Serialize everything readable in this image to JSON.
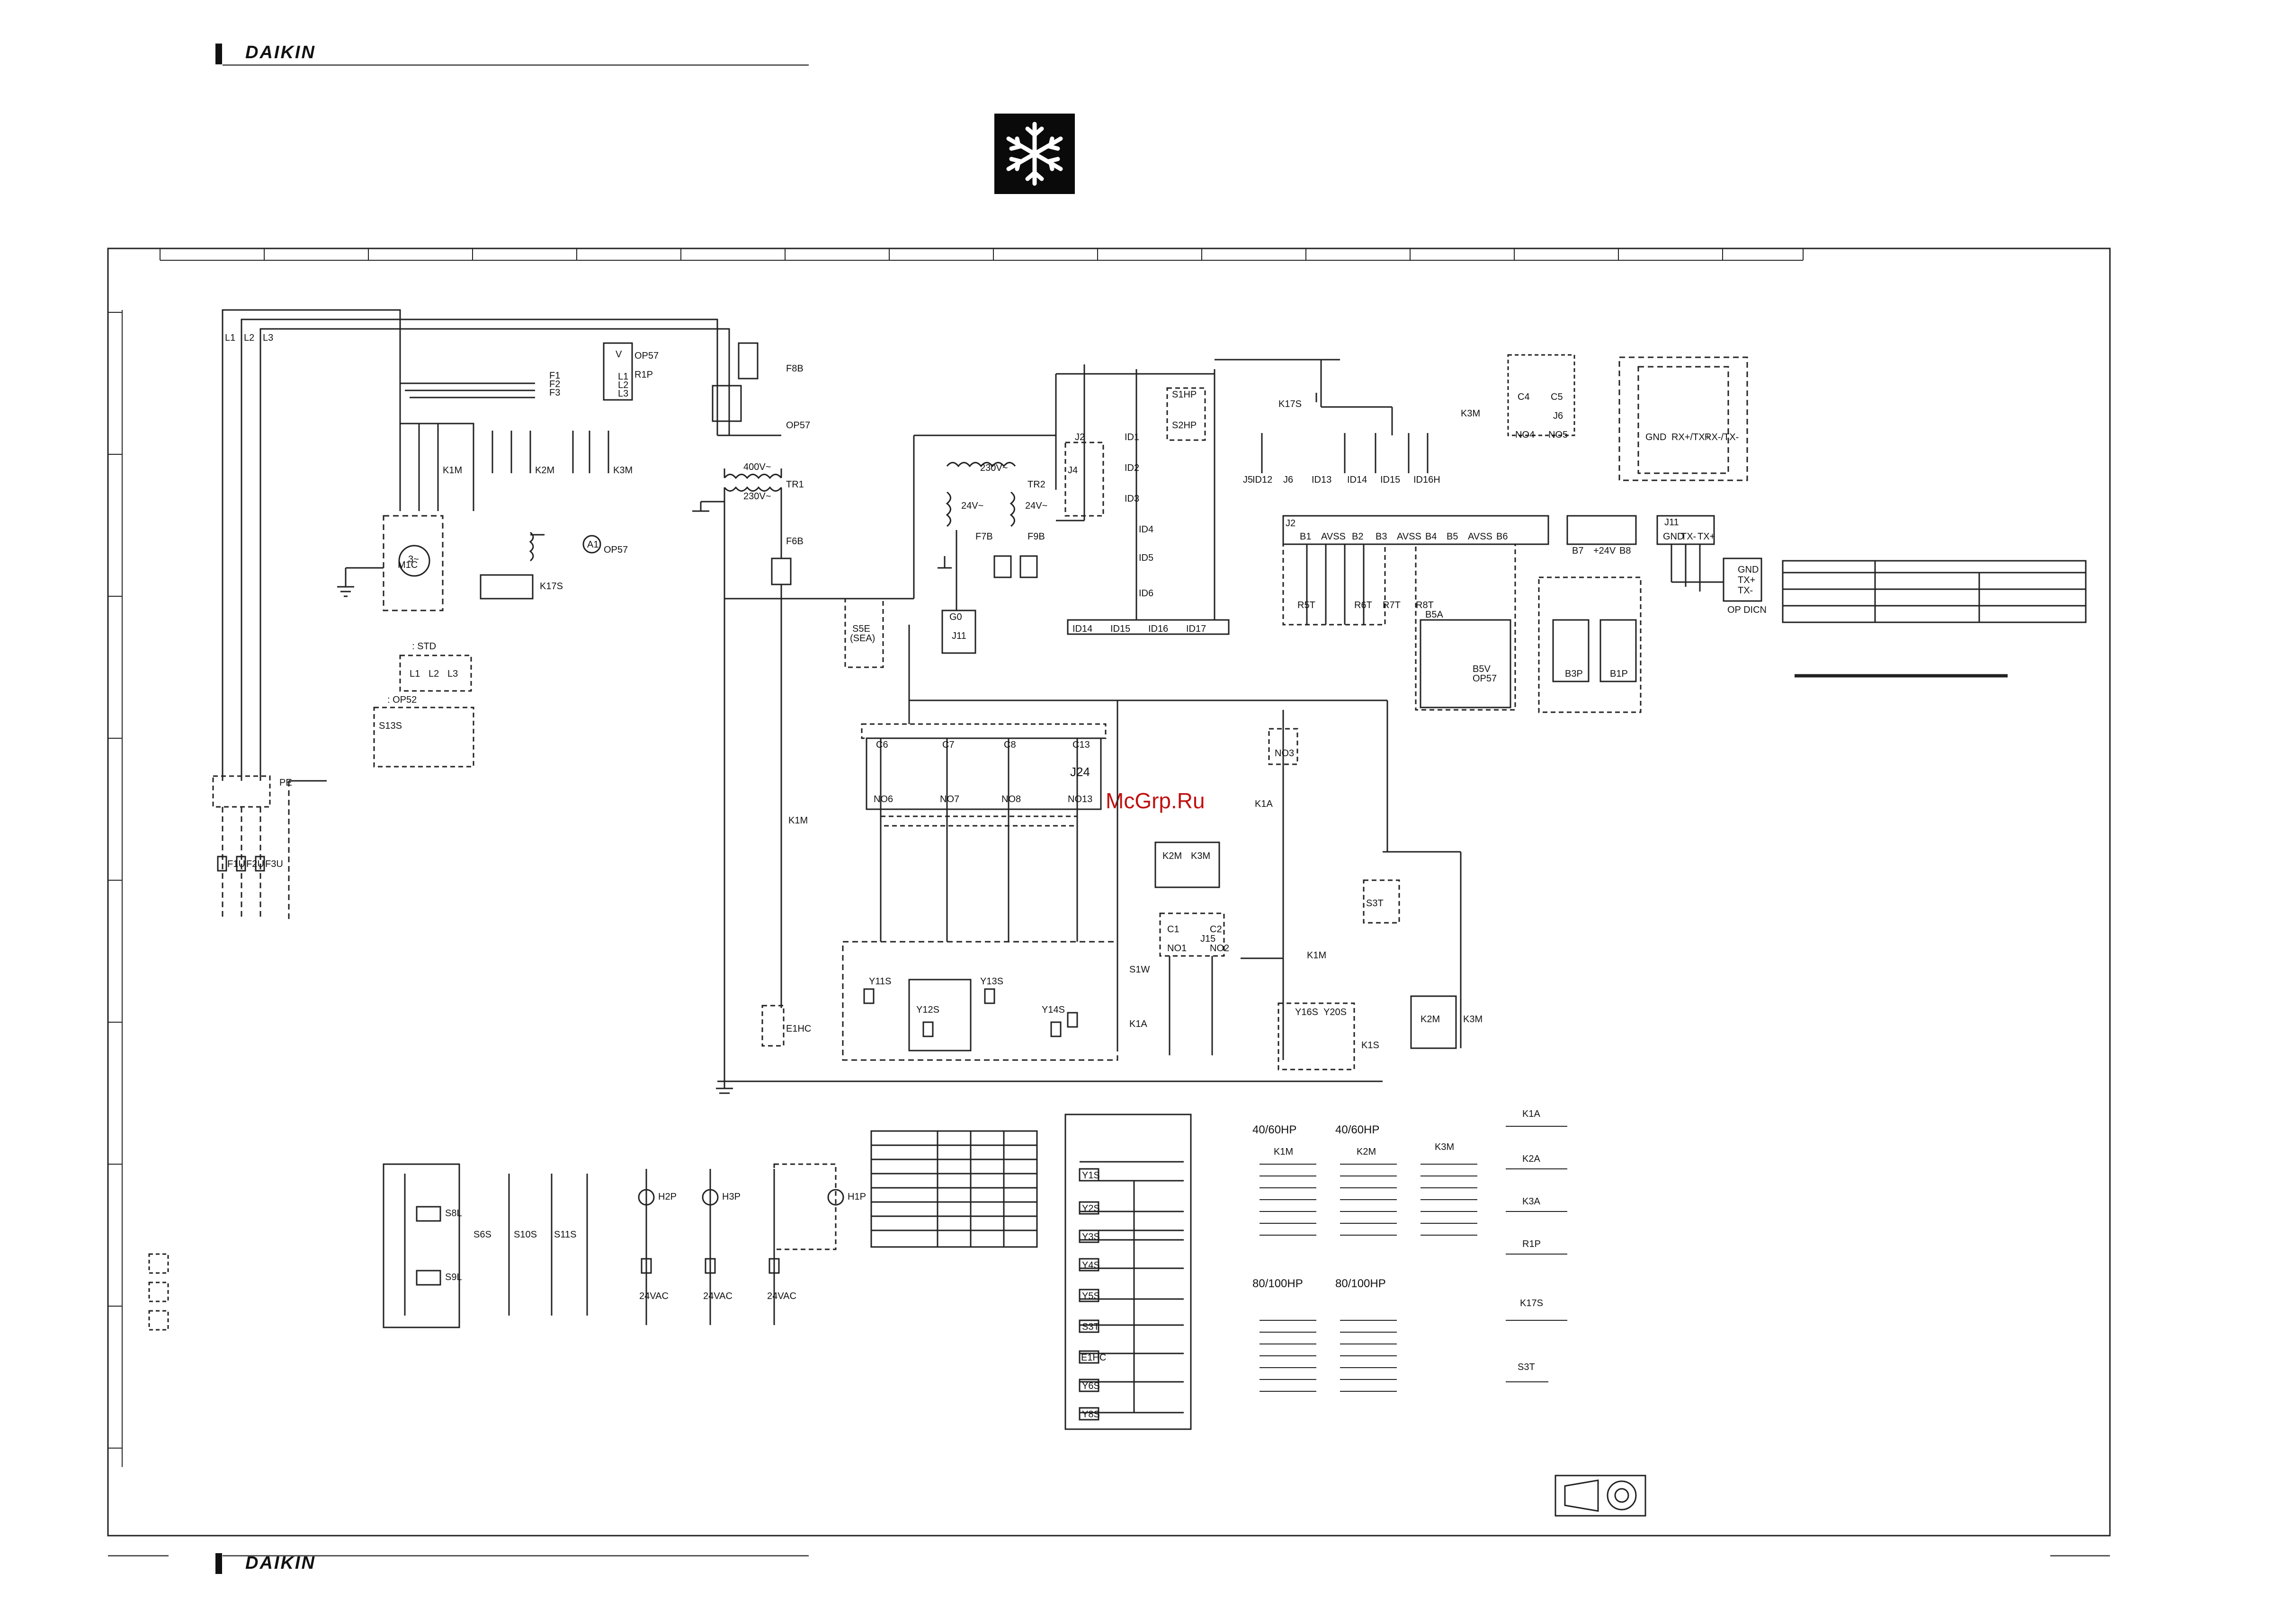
{
  "header": {
    "brand": "DAIKIN"
  },
  "footer": {
    "brand": "DAIKIN"
  },
  "watermark": "McGrp.Ru",
  "power": {
    "lines": [
      "L1",
      "L2",
      "L3"
    ],
    "fuses_in": [
      "F1",
      "F2",
      "F3"
    ],
    "phase_relay": "R1P",
    "phase_terms": [
      "L1",
      "L2",
      "L3"
    ],
    "voltmeter": "V",
    "voltmeter_opt": "OP57",
    "contactors": [
      "K1M",
      "K2M",
      "K3M"
    ],
    "motor": "M1C",
    "motor_sub": "3~",
    "ammeter": "A1",
    "ammeter_opt": "OP57",
    "overload": "K17S",
    "std_tag": ": STD",
    "std_terms": [
      "L1",
      "L2",
      "L3"
    ],
    "opt_tag": ": OP52",
    "switch": "S13S",
    "earth": "PE",
    "fuses_out": [
      "F1U",
      "F2U",
      "F3U"
    ]
  },
  "control": {
    "fuse_top": "F8B",
    "fuse_top_opt": "OP57",
    "tr1": "TR1",
    "tr1_primary": "400V~",
    "tr1_secondary": "230V~",
    "fuse_mid": "F6B",
    "tr2": "TR2",
    "tr2_primary": "230V~",
    "tr2_sec_left": "24V~",
    "tr2_sec_right": "24V~",
    "fuses_tr2": [
      "F7B",
      "F9B"
    ],
    "j11": "J11",
    "gnd": "G0",
    "s5e": "S5E",
    "s5e_sub": "(SEA)",
    "contactor_k1m": "K1M",
    "heater": "E1HC",
    "s1a": "K1A"
  },
  "controller": {
    "top_connectors": [
      "C6",
      "C7",
      "C8",
      "C13"
    ],
    "bottom_connectors": [
      "NO6",
      "NO7",
      "NO8",
      "NO13"
    ],
    "name": "J24",
    "k1a": "K1A",
    "no3": "NO3",
    "j15": "J15",
    "j15_terms": [
      "C1",
      "C2"
    ],
    "j15_bottom": [
      "NO1",
      "NO2"
    ],
    "relays": [
      "K2M",
      "K3M"
    ],
    "relay_k1m": "K1M",
    "s3t": "S3T",
    "k2m": "K2M",
    "k3m": "K3M",
    "valves_left": [
      "Y11S",
      "Y12S",
      "Y13S",
      "Y14S"
    ],
    "valves_right": [
      "Y16S",
      "Y20S"
    ],
    "s1w": "S1W",
    "k1a_coil": "K1A",
    "k1s": "K1S"
  },
  "inputs_top": {
    "labels": [
      "ID1",
      "ID2",
      "ID3",
      "ID4",
      "ID5",
      "ID6"
    ],
    "j4": "J4",
    "j2": "J2",
    "pressure": [
      "S1HP",
      "S2HP"
    ],
    "probe_labels": [
      "J5",
      "J6"
    ],
    "k1s": "K17S",
    "ids_bottom": [
      "ID14",
      "ID15",
      "ID16",
      "ID17"
    ],
    "ids_right": [
      "ID12",
      "ID13",
      "ID14",
      "ID15",
      "ID16H"
    ]
  },
  "analog": {
    "j2": "J2",
    "pins": [
      "B1",
      "AVSS",
      "B2",
      "B3",
      "AVSS",
      "B4",
      "B5",
      "AVSS",
      "B6"
    ],
    "sensors": [
      "R5T",
      "R6T",
      "R7T",
      "R8T"
    ],
    "b5_block": [
      "B5A",
      "B5V",
      "OP57"
    ],
    "b7_pins": [
      "B7",
      "+24V",
      "B8"
    ],
    "b7_sensors": [
      "B3P",
      "B1P"
    ]
  },
  "comm": {
    "j6": "J6",
    "j6_terms": [
      "C4",
      "C5",
      "NO4",
      "NO5"
    ],
    "k3m": "K3M",
    "rs485": [
      "GND",
      "RX+/TX+",
      "RX-/TX-"
    ],
    "j11": "J11",
    "j11_terms": [
      "GND",
      "TX-",
      "TX+"
    ],
    "opt": "OP DICN",
    "net_terms": [
      "GND",
      "TX+",
      "TX-"
    ]
  },
  "remote": {
    "box": [
      "S8L",
      "S9L"
    ],
    "switches": [
      "S6S",
      "S10S",
      "S11S"
    ],
    "lamps": [
      "H2P",
      "H3P",
      "H1P"
    ],
    "voltages": [
      "24VAC",
      "24VAC",
      "24VAC"
    ]
  },
  "terminals": {
    "items": [
      "Y1S",
      "Y2S",
      "Y3S",
      "Y4S",
      "Y5S",
      "S3T",
      "E1HC",
      "Y6S",
      "Y8S"
    ]
  },
  "contacts": {
    "title_a": "40/60HP",
    "title_b": "40/60HP",
    "title_c": "80/100HP",
    "title_d": "80/100HP",
    "k1m": "K1M",
    "k2m": "K2M",
    "k3m": "K3M",
    "relays_right": [
      "K1A",
      "K2A",
      "K3A",
      "R1P"
    ],
    "k17s": "K17S",
    "s3t": "S3T"
  }
}
